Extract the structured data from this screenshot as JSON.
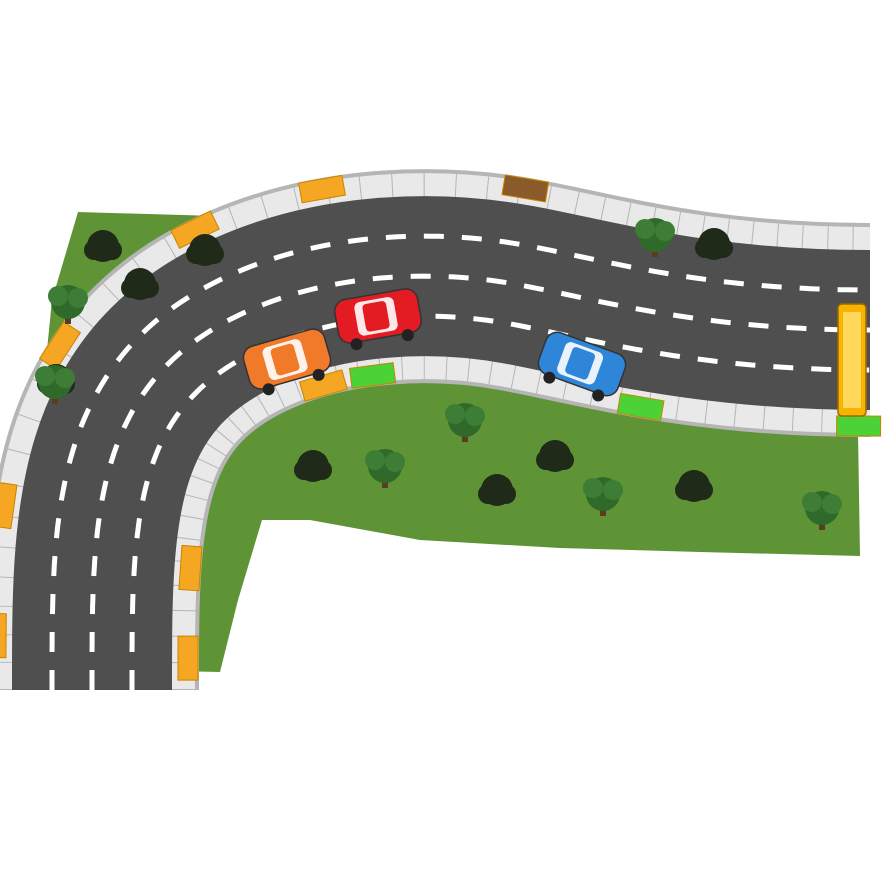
{
  "scene": {
    "kind": "road-illustration",
    "colors": {
      "background": "#ffffff",
      "grass": "#5f9436",
      "asphalt": "#4f4f4f",
      "curb": "#e9e9e9",
      "curb_outline": "#b5b5b5",
      "lane_mark": "#ffffff",
      "barrier_orange": "#f5a623",
      "barrier_green": "#4cd137",
      "post_brown": "#8a5a2b",
      "bush": "#1f2a18",
      "tree": "#2f6a2a",
      "car_red": "#e31b23",
      "car_orange": "#f07a2a",
      "car_blue": "#2f86d8",
      "bus_yellow": "#f6b400"
    },
    "elements": {
      "cars": [
        {
          "name": "red-car",
          "color": "car_red"
        },
        {
          "name": "orange-car",
          "color": "car_orange"
        },
        {
          "name": "blue-car",
          "color": "car_blue"
        }
      ],
      "bus": {
        "name": "yellow-bus",
        "color": "bus_yellow"
      },
      "trees": [
        "tree-icon",
        "tree-icon",
        "tree-icon",
        "tree-icon",
        "tree-icon",
        "tree-icon",
        "tree-icon"
      ],
      "bushes": [
        "bush-icon",
        "bush-icon",
        "bush-icon",
        "bush-icon",
        "bush-icon",
        "bush-icon",
        "bush-icon",
        "bush-icon",
        "bush-icon"
      ]
    }
  }
}
